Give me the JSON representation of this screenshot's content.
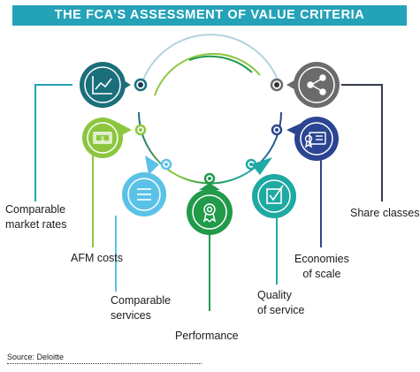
{
  "title": "THE FCA’S ASSESSMENT OF VALUE CRITERIA",
  "source": "Source: Deloitte",
  "criteria": [
    {
      "label": "Comparable\nmarket rates",
      "icon": "line-chart-icon",
      "color": "#1b6f7b"
    },
    {
      "label": "AFM costs",
      "icon": "money-icon",
      "color": "#8cc63f"
    },
    {
      "label": "Comparable\nservices",
      "icon": "list-icon",
      "color": "#5bc2e7"
    },
    {
      "label": "Performance",
      "icon": "award-icon",
      "color": "#219a4a"
    },
    {
      "label": "Quality\nof service",
      "icon": "checkbox-icon",
      "color": "#1fa9a3"
    },
    {
      "label": "Economies\nof scale",
      "icon": "certificate-icon",
      "color": "#2b4592"
    },
    {
      "label": "Share classes",
      "icon": "share-icon",
      "color": "#6b6b6b"
    }
  ]
}
